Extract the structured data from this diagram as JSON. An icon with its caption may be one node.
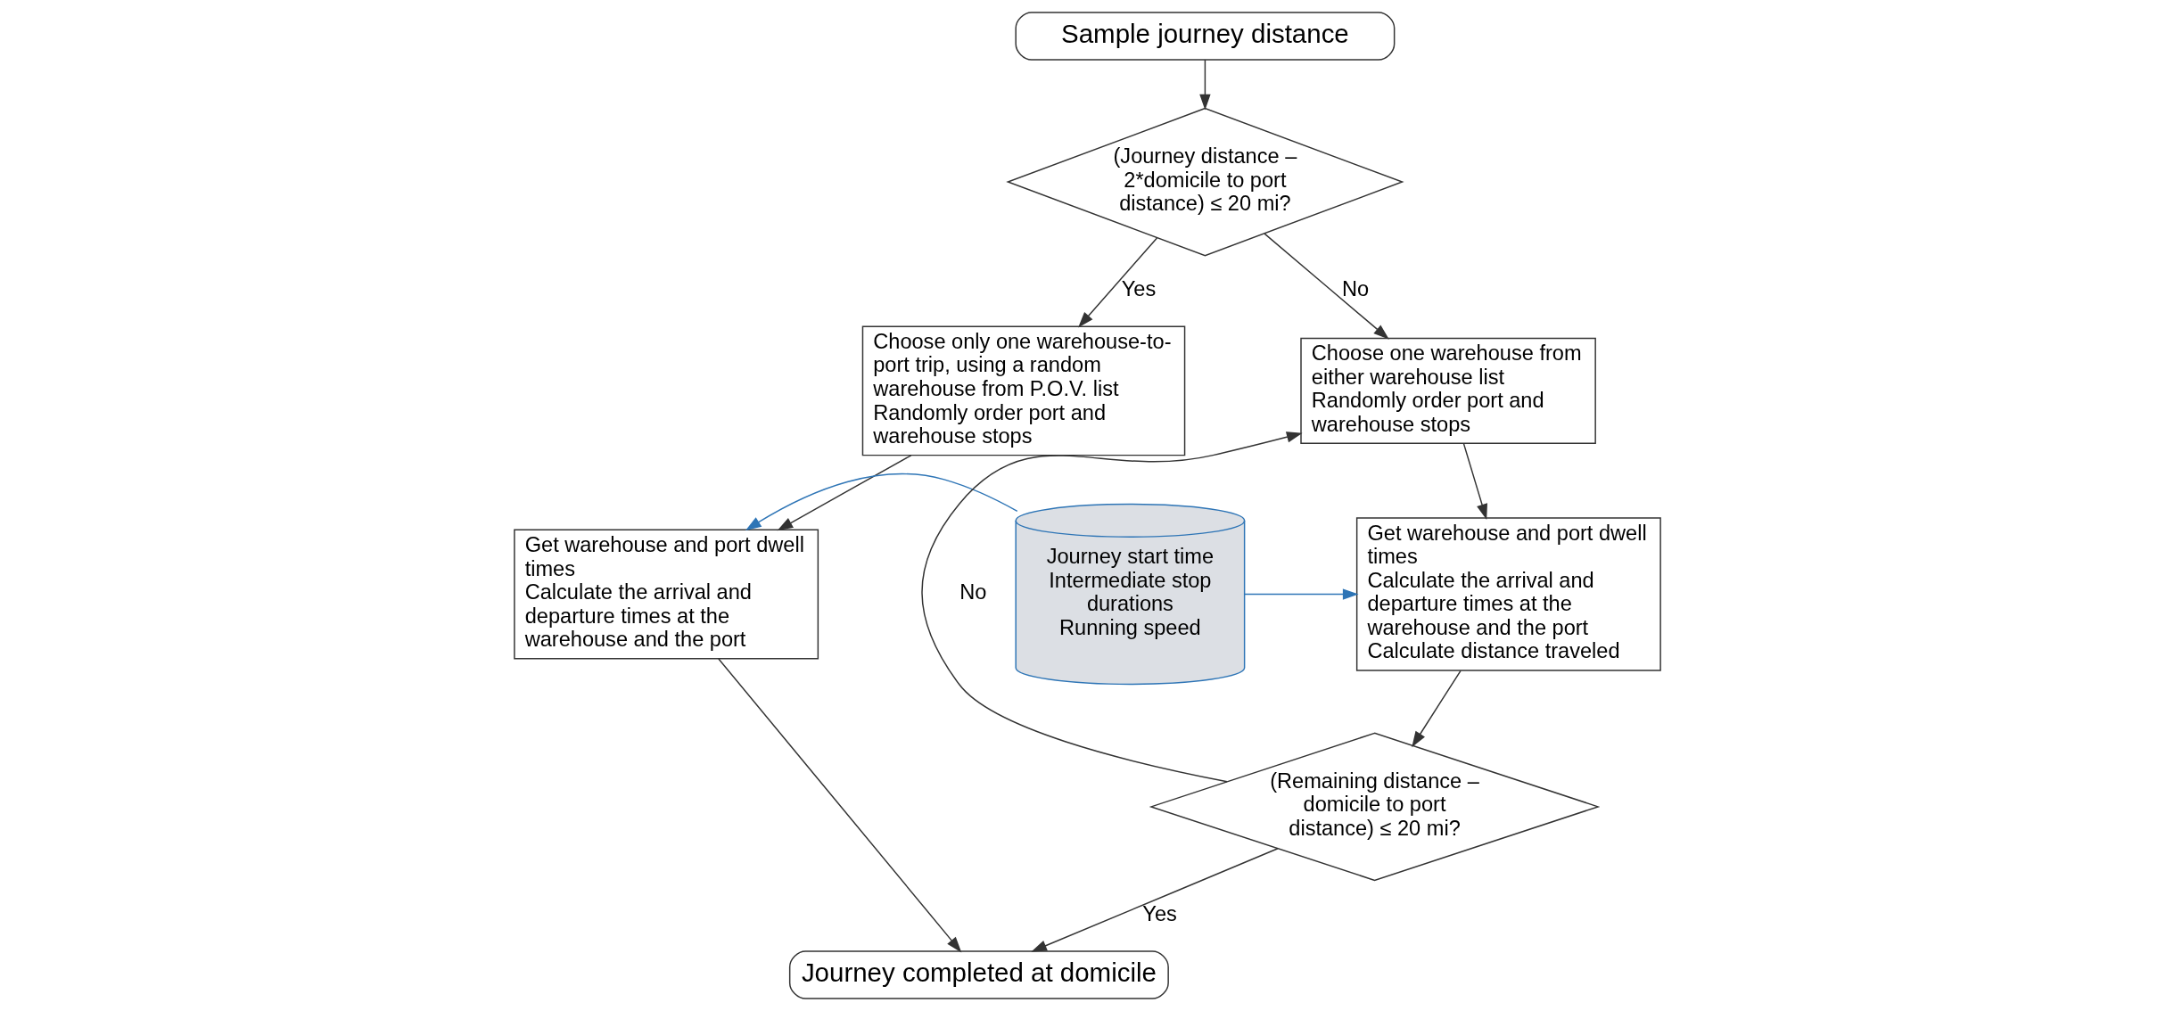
{
  "diagram": {
    "nodes": [
      {
        "text": [
          "Sample journey distance"
        ]
      },
      {
        "text": [
          "(Journey distance – 2*domicile to port distance) ≤ 20 mi?"
        ]
      },
      {
        "text": [
          "Choose only one warehouse-to-port trip, using a random warehouse from P.O.V. list",
          "Randomly order port and warehouse stops"
        ]
      },
      {
        "text": [
          "Get warehouse and port dwell times",
          "Calculate the arrival and departure times at the warehouse and the port"
        ]
      },
      {
        "text": [
          "Journey start time",
          "Intermediate stop durations",
          "Running speed"
        ]
      },
      {
        "text": [
          "Choose one warehouse from either warehouse list",
          "Randomly order port and warehouse stops"
        ]
      },
      {
        "text": [
          "Get warehouse and port dwell times",
          "Calculate the arrival and departure times at the warehouse and the port",
          "Calculate distance traveled"
        ]
      },
      {
        "text": [
          "(Remaining distance – domicile to port distance) ≤ 20 mi?"
        ]
      },
      {
        "text": [
          "Journey completed at domicile"
        ]
      }
    ],
    "edges": [
      {
        "from": 0,
        "to": 1,
        "arrow": "to"
      },
      {
        "from": 1,
        "to": 2,
        "arrow": "to",
        "label": "Yes"
      },
      {
        "from": 1,
        "to": 5,
        "arrow": "to",
        "label": "No"
      },
      {
        "from": 2,
        "to": 3,
        "arrow": "to"
      },
      {
        "from": 4,
        "to": 3,
        "arrow": "to",
        "color": "#2e75b6"
      },
      {
        "from": 4,
        "to": 6,
        "arrow": "to",
        "color": "#2e75b6"
      },
      {
        "from": 5,
        "to": 6,
        "arrow": "to"
      },
      {
        "from": 6,
        "to": 7,
        "arrow": "to"
      },
      {
        "from": 7,
        "to": 5,
        "arrow": "to",
        "label": "No"
      },
      {
        "from": 7,
        "to": 8,
        "arrow": "to",
        "label": "Yes"
      },
      {
        "from": 3,
        "to": 8,
        "arrow": "to"
      }
    ]
  }
}
